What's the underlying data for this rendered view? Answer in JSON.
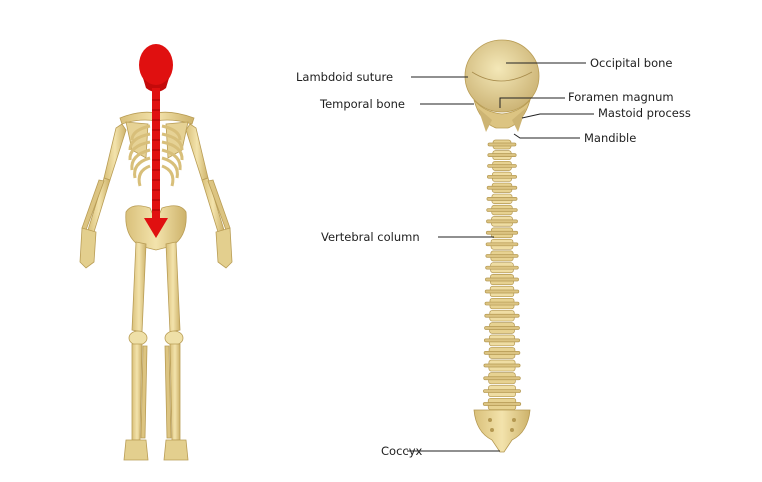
{
  "labels": {
    "lambdoid_suture": "Lambdoid suture",
    "temporal_bone": "Temporal bone",
    "vertebral_column": "Vertebral column",
    "coccyx": "Coccyx",
    "occipital_bone": "Occipital bone",
    "foramen_magnum": "Foramen magnum",
    "mastoid_process": "Mastoid process",
    "mandible": "Mandible"
  },
  "colors": {
    "bone": "#e9d79a",
    "bone_shadow": "#c9b06a",
    "highlight": "#e01010",
    "leader_line": "#222222",
    "background": "#ffffff"
  }
}
